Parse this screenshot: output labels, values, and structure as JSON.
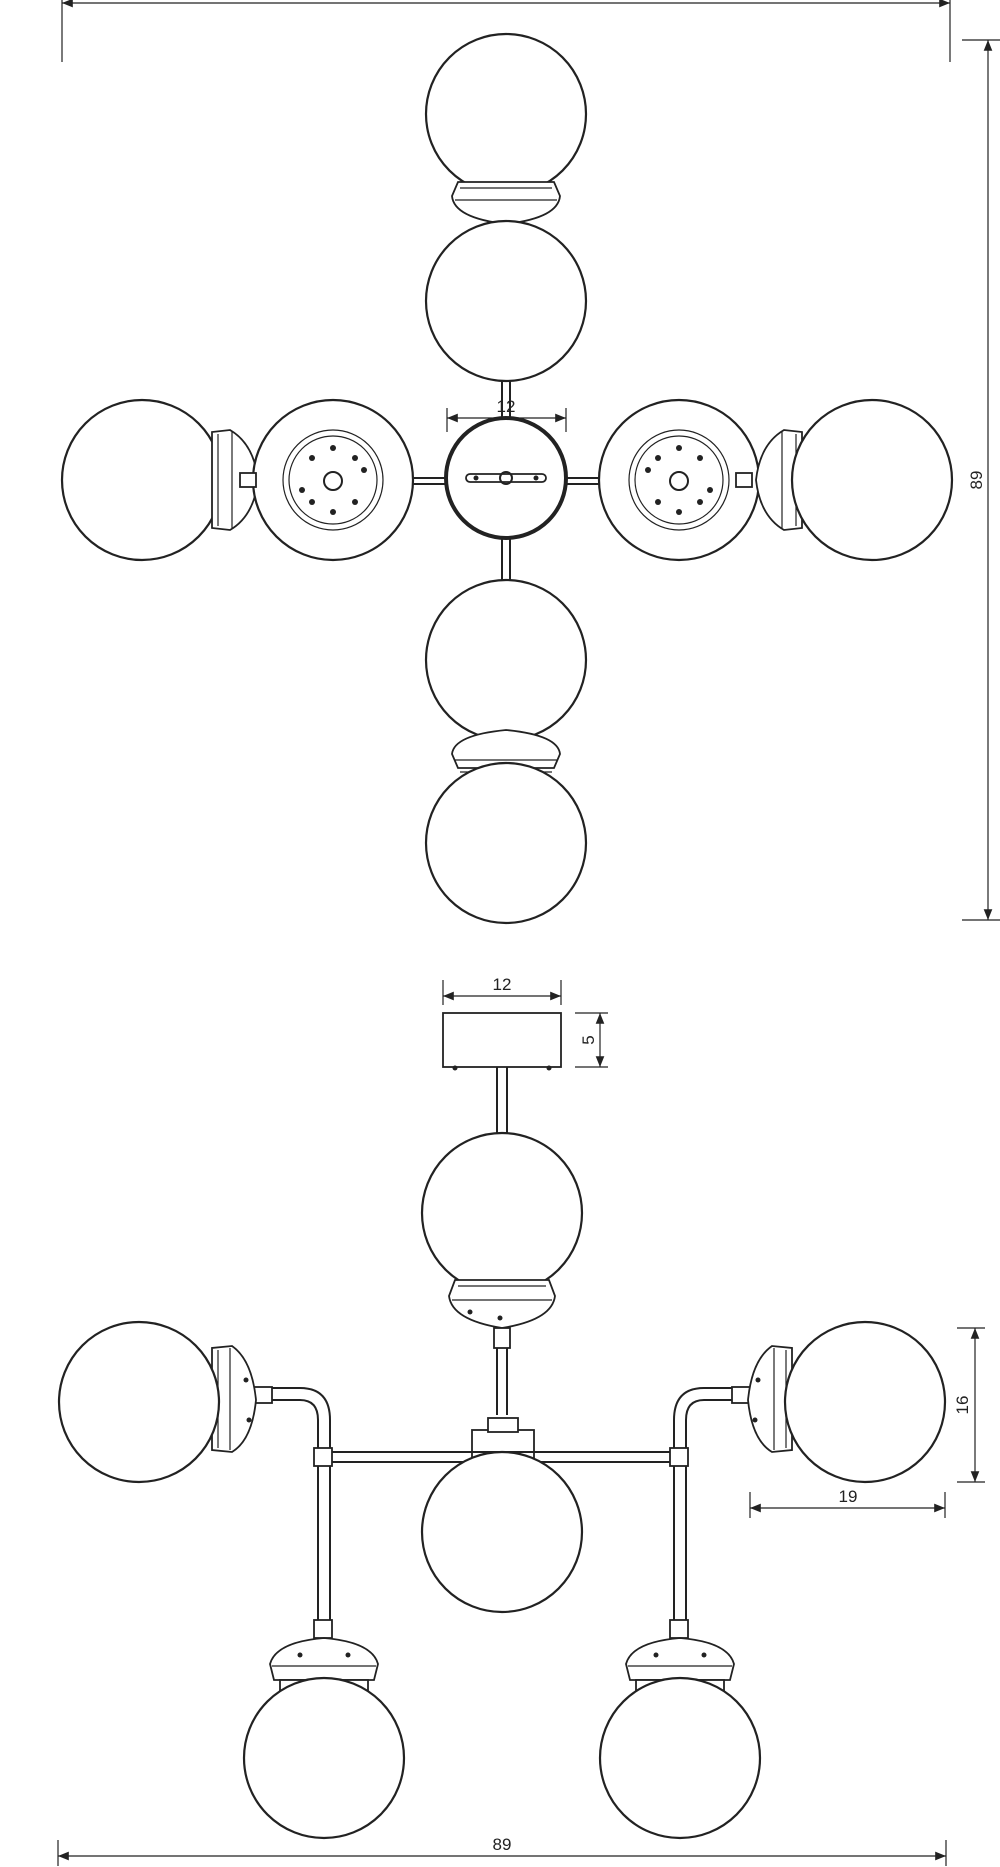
{
  "dimensions": {
    "top_canopy_diameter": "12",
    "total_height": "89",
    "side_canopy_width": "12",
    "side_canopy_height": "5",
    "globe_height": "16",
    "globe_width": "19",
    "total_width": "89"
  }
}
